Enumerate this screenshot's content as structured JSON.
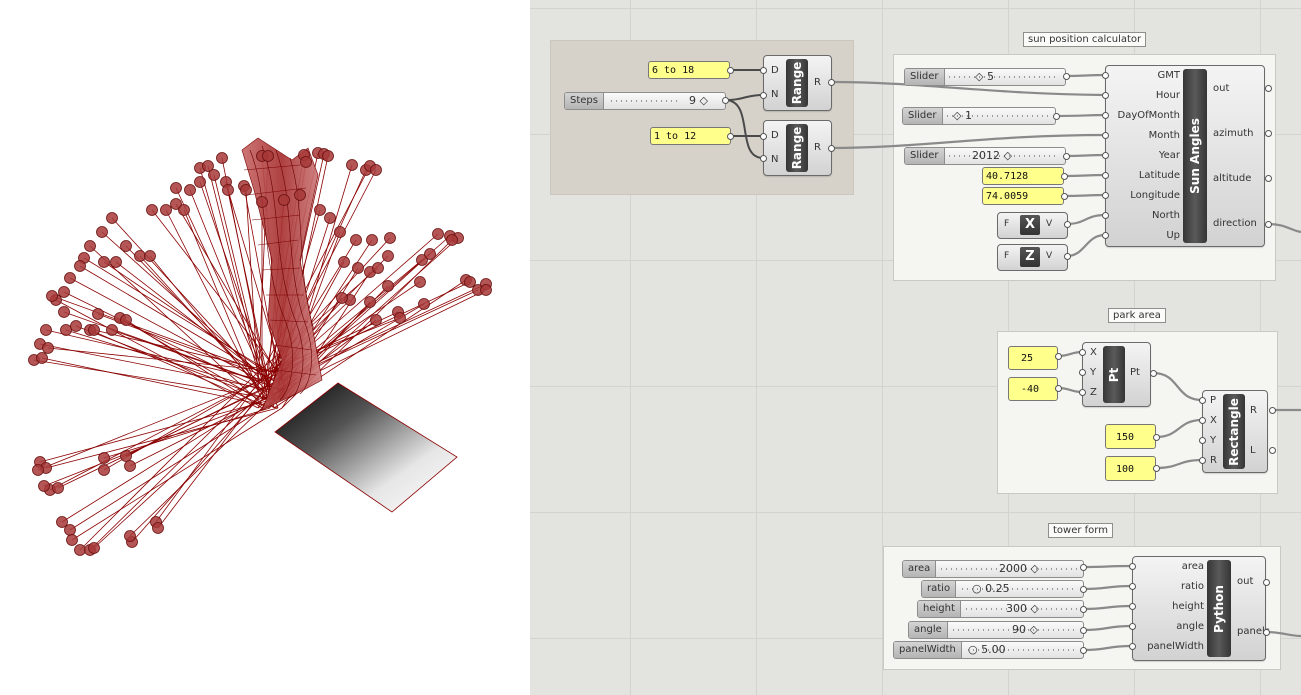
{
  "groups": {
    "sun": "sun position calculator",
    "park": "park area",
    "tower": "tower form"
  },
  "range1": {
    "panel": "6 to 18",
    "name": "Range",
    "inputs": [
      "D",
      "N"
    ],
    "output": "R"
  },
  "range2": {
    "panel": "1 to 12",
    "name": "Range",
    "inputs": [
      "D",
      "N"
    ],
    "output": "R"
  },
  "steps_slider": {
    "label": "Steps",
    "value": "9 ◇"
  },
  "sun_angles": {
    "name": "Sun Angles",
    "inputs": [
      "GMT",
      "Hour",
      "DayOfMonth",
      "Month",
      "Year",
      "Latitude",
      "Longitude",
      "North",
      "Up"
    ],
    "outputs": [
      "out",
      "azimuth",
      "altitude",
      "direction"
    ]
  },
  "sun_sliders": [
    {
      "label": "Slider",
      "value": "◇ 5"
    },
    {
      "label": "Slider",
      "value": "◇ 1"
    },
    {
      "label": "Slider",
      "value": "2012 ◇"
    }
  ],
  "sun_panels": [
    "40.7128",
    "74.0059"
  ],
  "vectors": [
    {
      "left": "F",
      "box": "X",
      "right": "V"
    },
    {
      "left": "F",
      "box": "Z",
      "right": "V"
    }
  ],
  "park": {
    "panels": [
      "25",
      "-40",
      "150",
      "100"
    ],
    "pt": {
      "name": "Pt",
      "inputs": [
        "X",
        "Y",
        "Z"
      ],
      "output": "Pt"
    },
    "rect": {
      "name": "Rectangle",
      "inputs": [
        "P",
        "X",
        "Y",
        "R"
      ],
      "outputs": [
        "R",
        "L"
      ]
    }
  },
  "tower": {
    "sliders": [
      {
        "label": "area",
        "value": "2000 ◇"
      },
      {
        "label": "ratio",
        "value": "○ 0.25"
      },
      {
        "label": "height",
        "value": "300 ◇"
      },
      {
        "label": "angle",
        "value": "90 ◇"
      },
      {
        "label": "panelWidth",
        "value": "○ 5.00"
      }
    ],
    "python": {
      "name": "Python",
      "inputs": [
        "area",
        "ratio",
        "height",
        "angle",
        "panelWidth"
      ],
      "outputs": [
        "out",
        "panels"
      ]
    }
  },
  "colors": {
    "ray": "#8b0000",
    "sun_sphere": "#a73838",
    "panel_yellow": "#ffff8c",
    "canvas": "#e3e3df"
  }
}
